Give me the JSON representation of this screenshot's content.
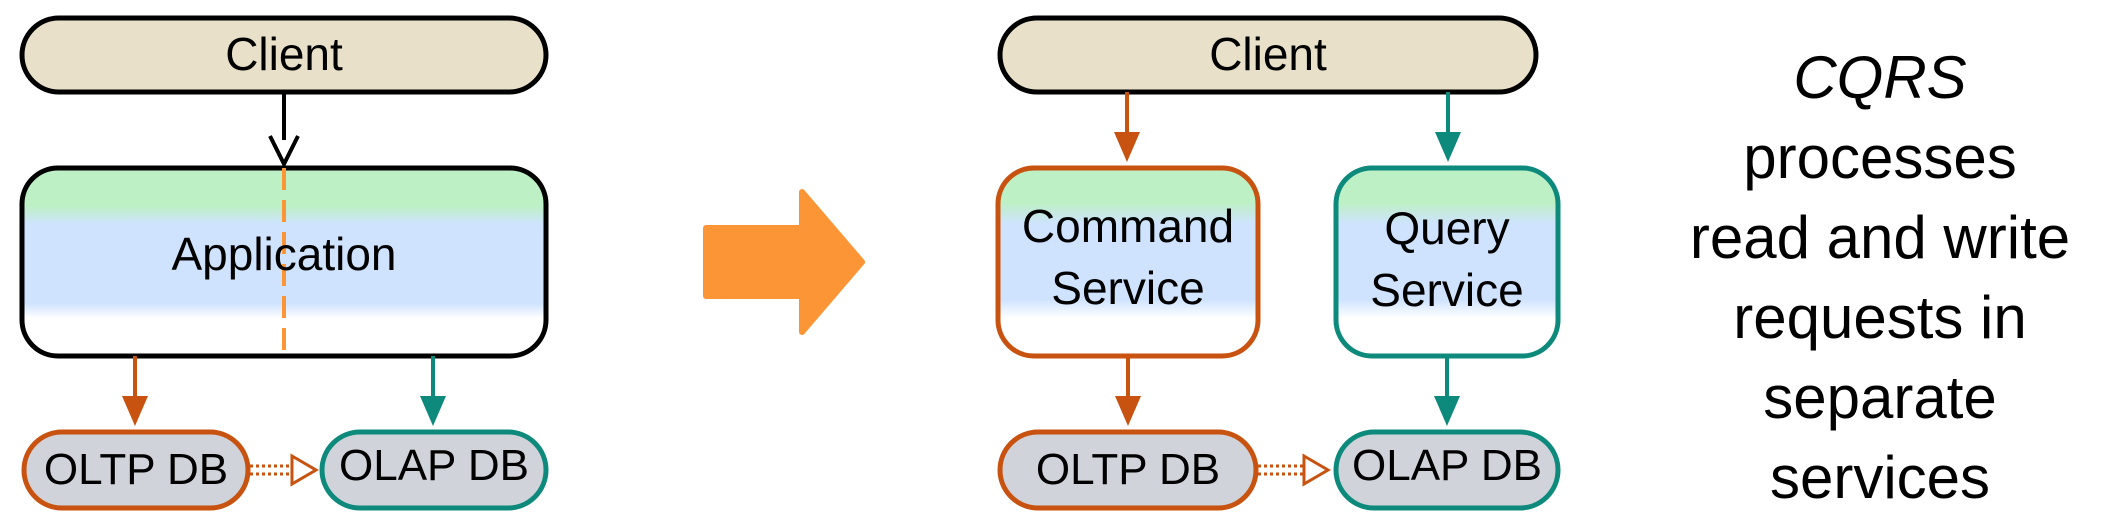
{
  "left_diagram": {
    "client": "Client",
    "application": "Application",
    "oltp": "OLTP DB",
    "olap": "OLAP DB"
  },
  "right_diagram": {
    "client": "Client",
    "command_line1": "Command",
    "command_line2": "Service",
    "query_line1": "Query",
    "query_line2": "Service",
    "oltp": "OLTP DB",
    "olap": "OLAP DB"
  },
  "caption": {
    "line1": "CQRS",
    "line2": "processes",
    "line3": "read and write",
    "line4": "requests in",
    "line5": "separate",
    "line6": "services"
  },
  "colors": {
    "client_fill": "#e8e0c8",
    "write_accent": "#c8520f",
    "read_accent": "#0e8a7c",
    "db_fill": "#d0d3da",
    "service_top": "#bdf0c4",
    "service_mid": "#cfe3ff",
    "transform_arrow": "#fb9535"
  },
  "icons": {
    "transform_arrow": "right-arrow-icon"
  }
}
